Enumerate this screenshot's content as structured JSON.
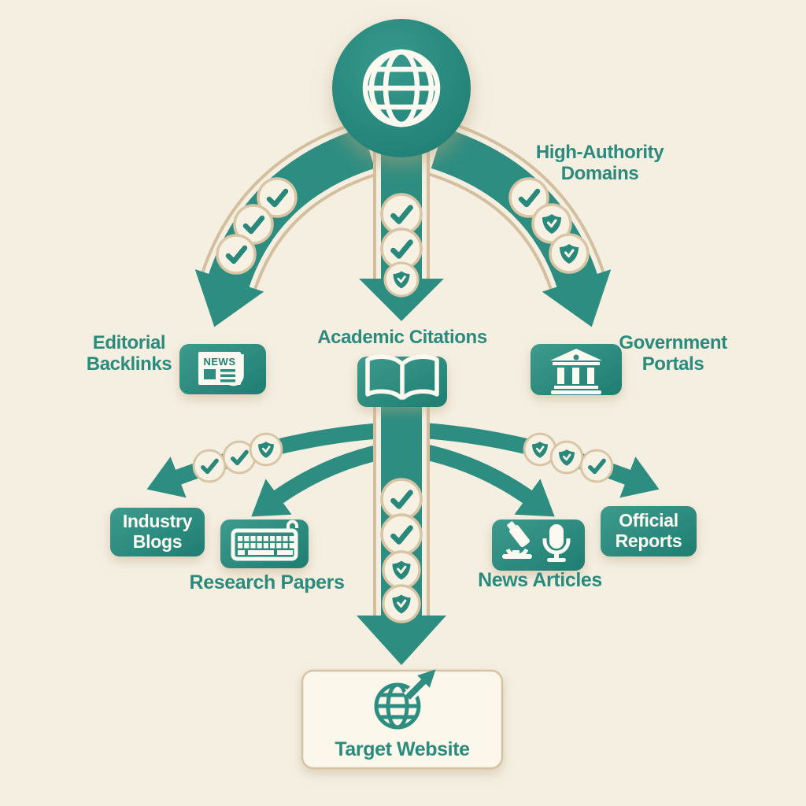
{
  "colors": {
    "background": "#f5efe2",
    "teal": "#2d8d81",
    "teal_dark": "#1f7d72",
    "teal_light": "#3d9b8d",
    "label_teal": "#2a8a7c",
    "outline_tan": "#d3bf9e",
    "badge_cream": "#f7f1e3",
    "icon_white": "#fcf9f0"
  },
  "source_node": {
    "id": "high-authority-domains",
    "icon": "globe-icon",
    "label_lines": [
      "High-Authority",
      "Domains"
    ]
  },
  "tier1_nodes": [
    {
      "id": "editorial-backlinks",
      "icon": "newspaper-icon",
      "icon_text": "NEWS",
      "label_lines": [
        "Editorial",
        "Backlinks"
      ]
    },
    {
      "id": "academic-citations",
      "icon": "open-book-icon",
      "label_lines": [
        "Academic Citations"
      ]
    },
    {
      "id": "government-portals",
      "icon": "bank-icon",
      "label_lines": [
        "Government",
        "Portals"
      ]
    }
  ],
  "tier2_nodes": [
    {
      "id": "industry-blogs",
      "label_lines": [
        "Industry",
        "Blogs"
      ],
      "label_position": "inside"
    },
    {
      "id": "research-papers",
      "icon": "keyboard-icon",
      "label_lines": [
        "Research Papers"
      ],
      "label_position": "below"
    },
    {
      "id": "news-articles",
      "icon": "microscope-microphone-icon",
      "label_lines": [
        "News Articles"
      ],
      "label_position": "below"
    },
    {
      "id": "official-reports",
      "label_lines": [
        "Official",
        "Reports"
      ],
      "label_position": "inside"
    }
  ],
  "target_node": {
    "id": "target-website",
    "icon": "globe-growth-icon",
    "label": "Target Website"
  },
  "badge_icons": [
    "check-badge",
    "shield-check-badge"
  ],
  "edges": [
    {
      "from": "high-authority-domains",
      "to": "editorial-backlinks",
      "badges": [
        "check",
        "check",
        "check"
      ]
    },
    {
      "from": "high-authority-domains",
      "to": "academic-citations",
      "badges": [
        "check",
        "check",
        "shield-check"
      ]
    },
    {
      "from": "high-authority-domains",
      "to": "government-portals",
      "badges": [
        "check",
        "shield-check",
        "shield-check"
      ]
    },
    {
      "from": "academic-citations",
      "to": "industry-blogs",
      "badges": [
        "shield-check",
        "check",
        "check"
      ]
    },
    {
      "from": "academic-citations",
      "to": "research-papers",
      "badges": []
    },
    {
      "from": "academic-citations",
      "to": "news-articles",
      "badges": []
    },
    {
      "from": "academic-citations",
      "to": "official-reports",
      "badges": [
        "shield-check",
        "shield-check",
        "check"
      ]
    },
    {
      "from": "academic-citations",
      "to": "target-website",
      "badges": [
        "check",
        "check",
        "shield-check",
        "shield-check"
      ]
    }
  ]
}
